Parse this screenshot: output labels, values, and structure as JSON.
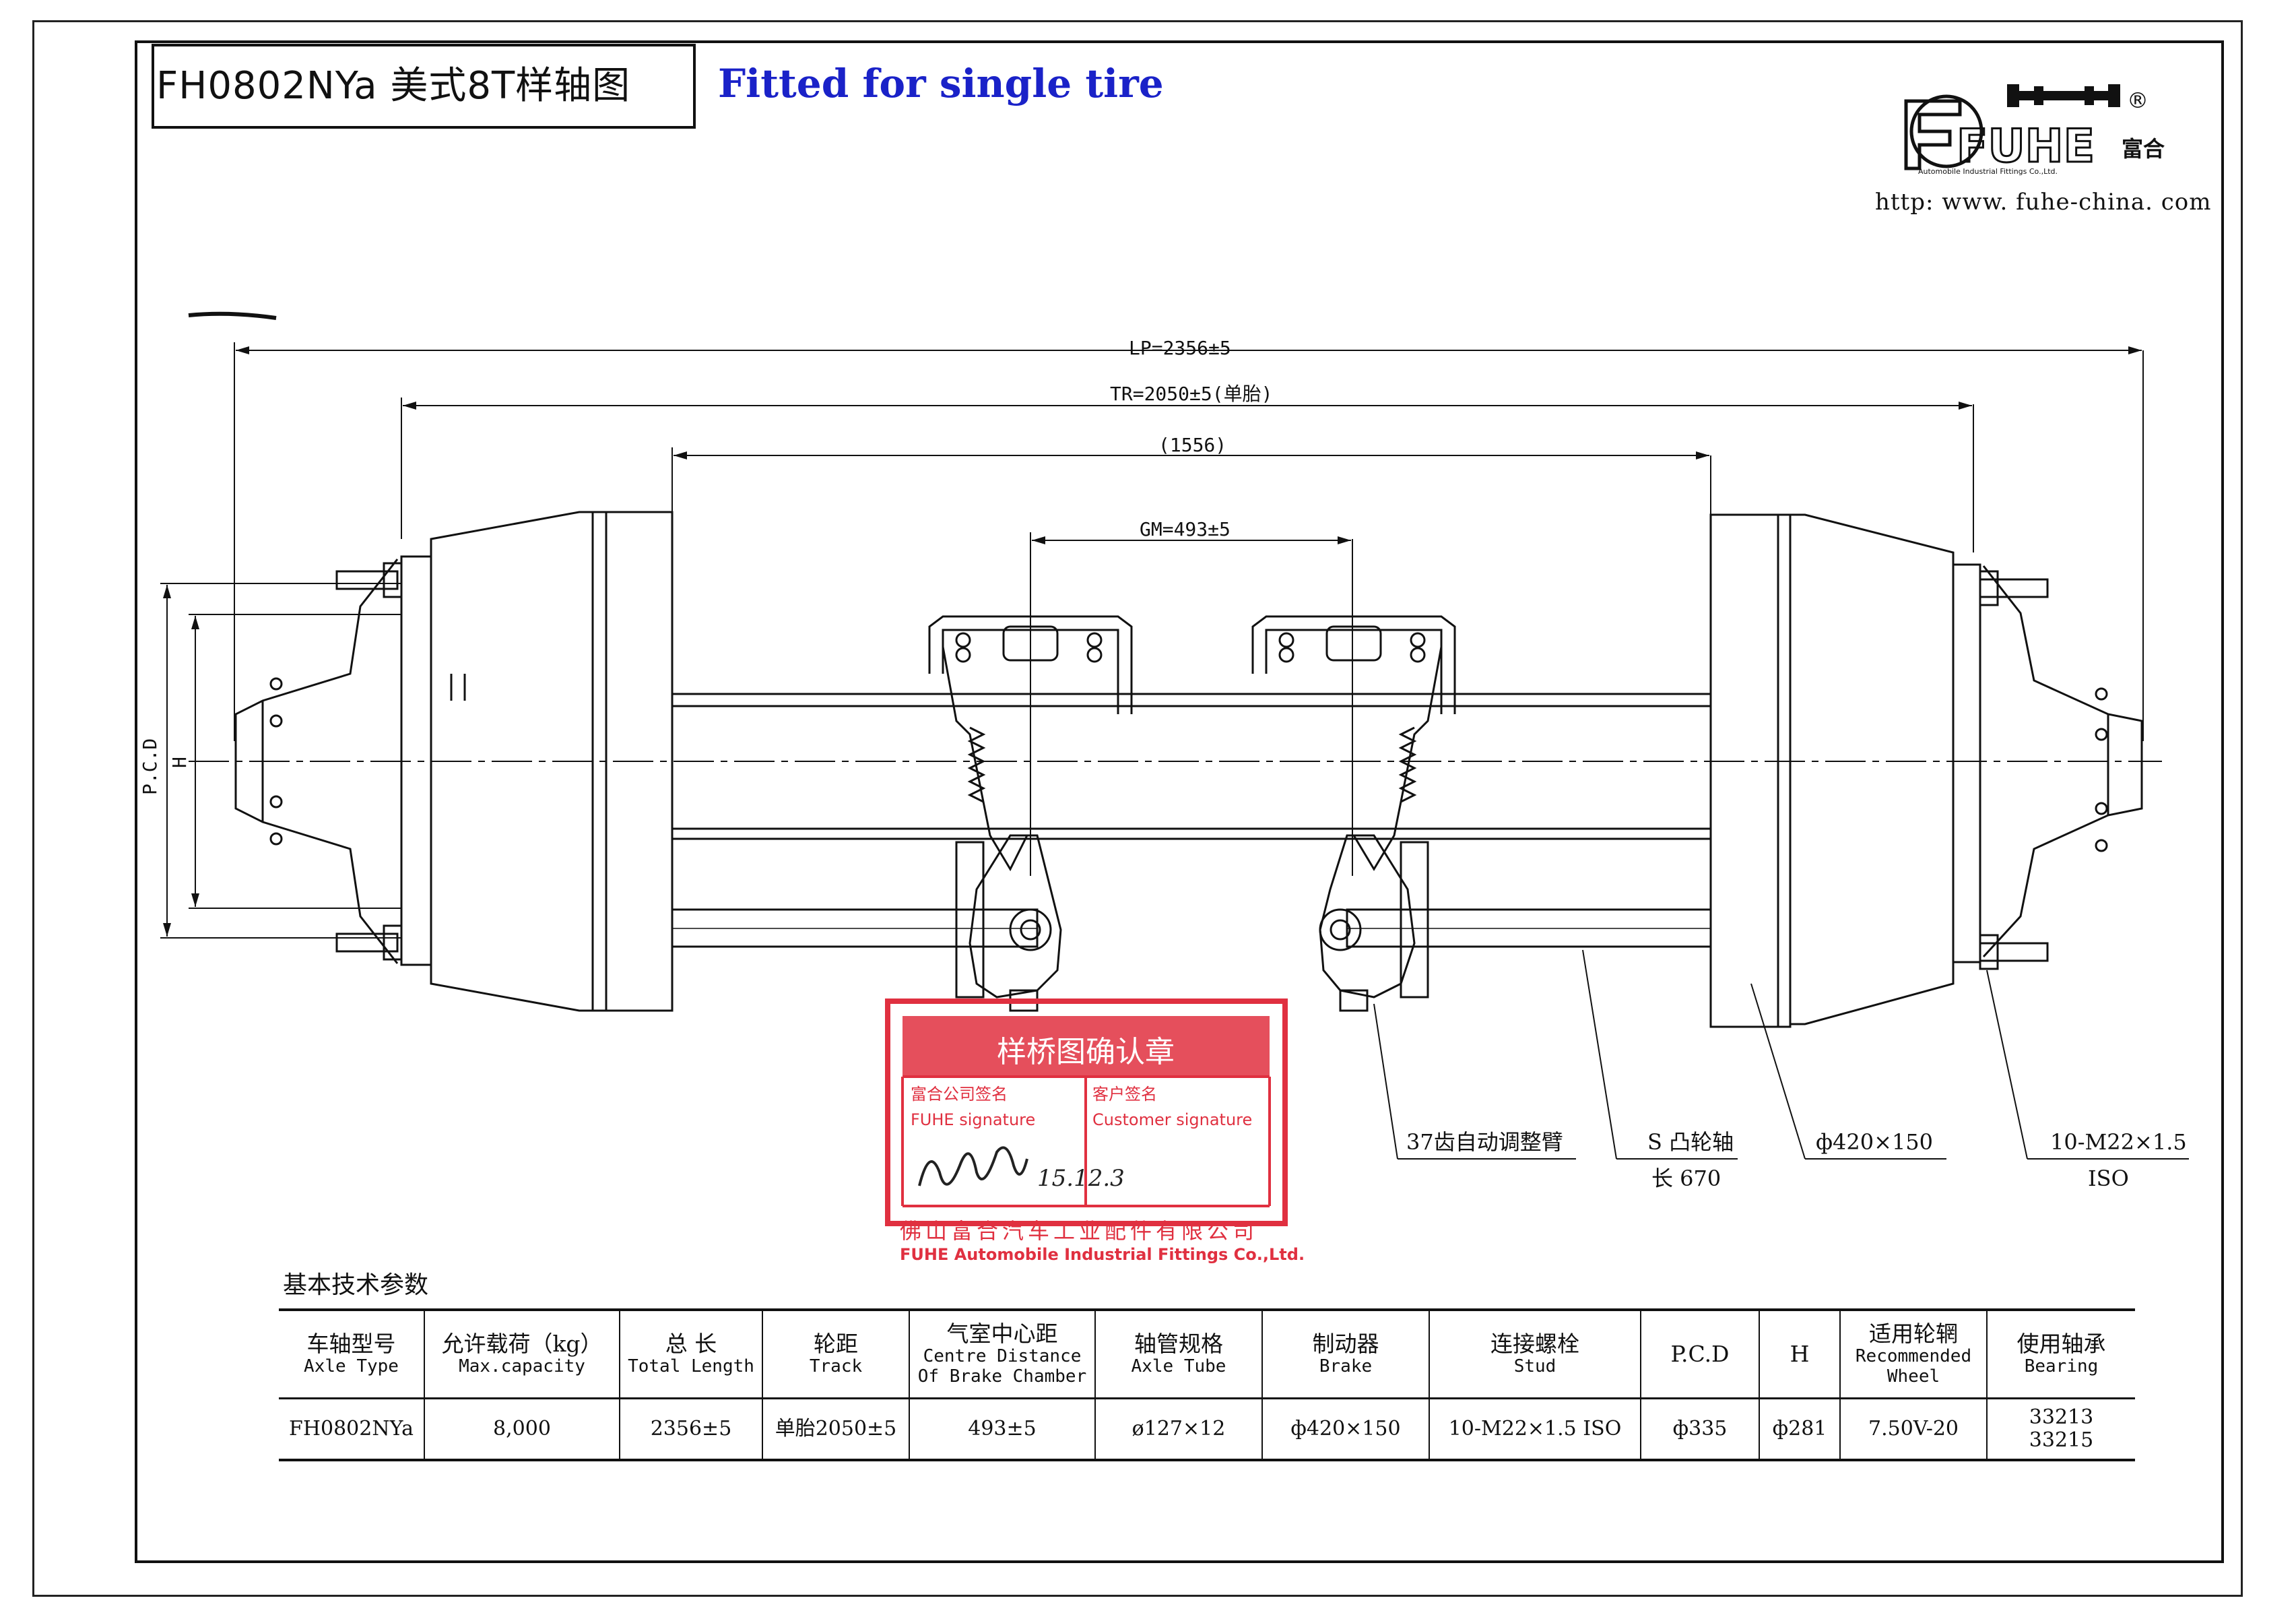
{
  "header": {
    "title": "FH0802NYa 美式8T样轴图",
    "subtitle": "Fitted for single tire",
    "logo_text": "FUHE",
    "logo_cn": "富合",
    "logo_sub": "Automobile Industrial Fittings Co.,Ltd.",
    "url": "http: www. fuhe-china. com"
  },
  "dimensions": {
    "lp": "LP=2356±5",
    "tr": "TR=2050±5(单胎)",
    "inner": "(1556)",
    "gm": "GM=493±5",
    "pcd": "P.C.D",
    "h": "H"
  },
  "callouts": {
    "adjuster": "37齿自动调整臂",
    "camshaft_line1": "S 凸轮轴",
    "camshaft_line2": "长 670",
    "brake": "ф420×150",
    "stud_line1": "10-M22×1.5",
    "stud_line2": "ISO"
  },
  "stamp": {
    "header": "样桥图确认章",
    "fuhe_cn": "富合公司签名",
    "fuhe_en": "FUHE signature",
    "customer_cn": "客户签名",
    "customer_en": "Customer signature",
    "date": "15.12.3",
    "company_cn": "佛山富合汽车工业配件有限公司",
    "company_en": "FUHE Automobile Industrial Fittings Co.,Ltd.",
    "stamp_color": "#e03040"
  },
  "specs": {
    "section_title": "基本技术参数",
    "headers": [
      {
        "cn": "车轴型号",
        "en": "Axle Type"
      },
      {
        "cn": "允许载荷（kg）",
        "en": "Max.capacity"
      },
      {
        "cn": "总  长",
        "en": "Total Length"
      },
      {
        "cn": "轮距",
        "en": "Track"
      },
      {
        "cn": "气室中心距",
        "en": "Centre Distance",
        "en2": "Of Brake Chamber"
      },
      {
        "cn": "轴管规格",
        "en": "Axle Tube"
      },
      {
        "cn": "制动器",
        "en": "Brake"
      },
      {
        "cn": "连接螺栓",
        "en": "Stud"
      },
      {
        "cn": "P.C.D",
        "en": ""
      },
      {
        "cn": "H",
        "en": ""
      },
      {
        "cn": "适用轮辋",
        "en": "Recommended",
        "en2": "Wheel"
      },
      {
        "cn": "使用轴承",
        "en": "Bearing"
      }
    ],
    "row": {
      "axle_type": "FH0802NYa",
      "capacity": "8,000",
      "total_length": "2356±5",
      "track": "单胎2050±5",
      "centre_distance": "493±5",
      "axle_tube": "ø127×12",
      "brake": "ф420×150",
      "stud": "10-M22×1.5 ISO",
      "pcd": "ф335",
      "h": "ф281",
      "wheel": "7.50V-20",
      "bearing_1": "33213",
      "bearing_2": "33215"
    }
  },
  "colors": {
    "ink": "#111111",
    "subtitle_blue": "#1a22c8",
    "stamp_red": "#e03040"
  }
}
